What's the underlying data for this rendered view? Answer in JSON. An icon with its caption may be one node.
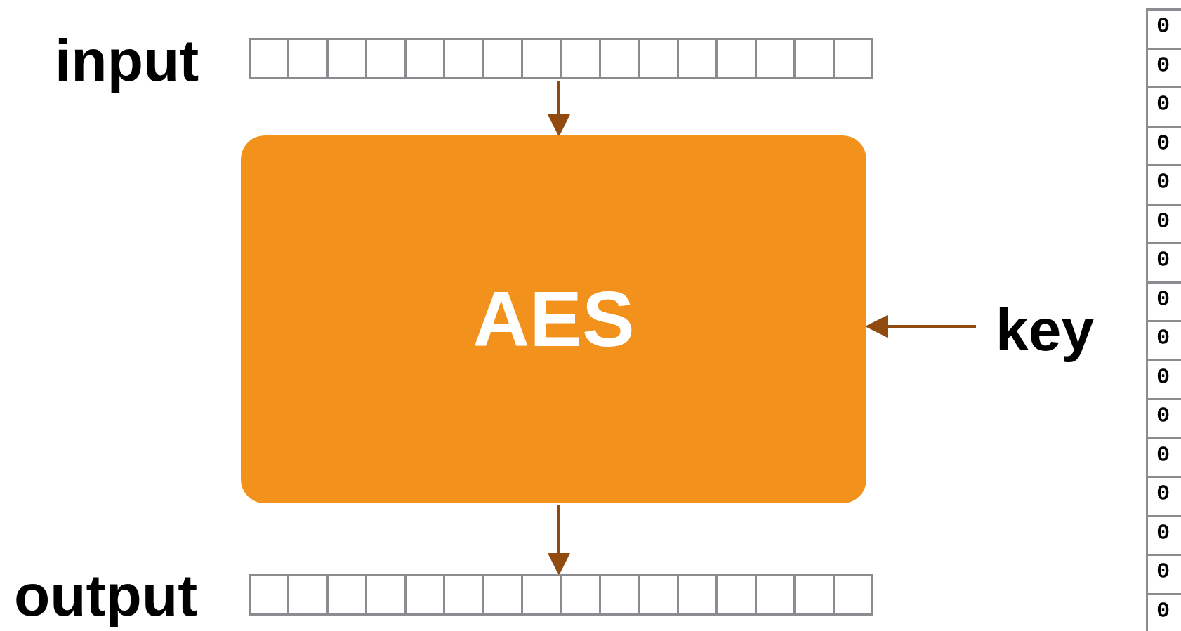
{
  "diagram": {
    "nodes": [
      {
        "text": [
          "input"
        ]
      },
      {
        "text": [
          "AES"
        ]
      },
      {
        "text": [
          "key"
        ]
      },
      {
        "text": [
          "output"
        ]
      }
    ],
    "edges": [
      {
        "from": 0,
        "to": 1,
        "arrow": "to"
      },
      {
        "from": 2,
        "to": 1,
        "arrow": "to"
      },
      {
        "from": 1,
        "to": 3,
        "arrow": "to"
      }
    ],
    "labels": [
      "0",
      "0",
      "0",
      "0",
      "0",
      "0",
      "0",
      "0",
      "0",
      "0",
      "0",
      "0",
      "0",
      "0",
      "0",
      "0"
    ]
  }
}
